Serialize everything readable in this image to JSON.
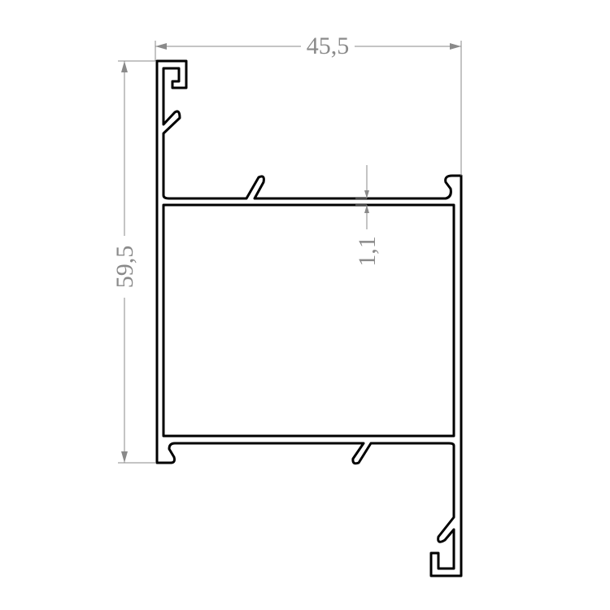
{
  "dimensions": {
    "width_label": "45,5",
    "height_label": "59,5",
    "wall_label": "1,1"
  },
  "colors": {
    "profile_stroke": "#000000",
    "dimension": "#8a8a8a",
    "background": "#ffffff"
  }
}
